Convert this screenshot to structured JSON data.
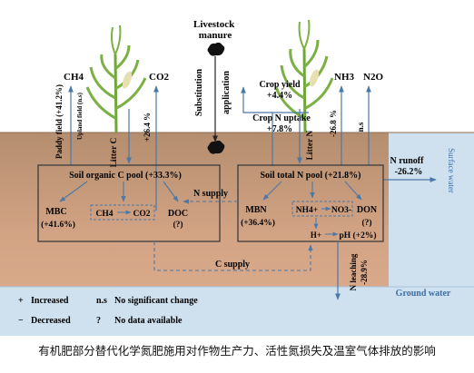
{
  "top": {
    "livestock": [
      "Livestock",
      "manure"
    ],
    "substitution": "Substitution",
    "application": "application",
    "ch4": "CH4",
    "co2": "CO2",
    "paddy_field": "Paddy field (+41.2%)",
    "upland_field": "Upland field (n.s)",
    "co2_change": "+26.4 %",
    "litter_c": "Litter C",
    "litter_n": "Litter N",
    "crop_yield_label": "Crop yield",
    "crop_yield_value": "+4.4%",
    "crop_n_label": "Crop N uptake",
    "crop_n_value": "+7.8%",
    "nh3": "NH3",
    "nh3_change": "-26.8 %",
    "n2o": "N2O",
    "n2o_change": "n.s"
  },
  "soil": {
    "surface_water": "Surface water",
    "n_runoff_label": "N runoff",
    "n_runoff_value": "-26.2%",
    "n_leaching": "N leaching",
    "n_leaching_value": "-28.9%",
    "ground_water": "Ground water",
    "carbon_pool": {
      "title": "Soil organic C pool (+33.3%)",
      "mbc": "MBC",
      "mbc_value": "(+41.6%)",
      "ch4": "CH4",
      "co2": "CO2",
      "doc": "DOC",
      "doc_value": "(?)"
    },
    "nitrogen_pool": {
      "title": "Soil total N pool (+21.8%)",
      "mbn": "MBN",
      "mbn_value": "(+36.4%)",
      "nh4": "NH4+",
      "no3": "NO3-",
      "don": "DON",
      "don_value": "(?)",
      "h_plus": "H+",
      "ph": "pH (+2%)"
    },
    "n_supply": "N supply",
    "c_supply": "C supply"
  },
  "legend": {
    "increased_sym": "+",
    "increased": "Increased",
    "decreased_sym": "−",
    "decreased": "Decreased",
    "ns_sym": "n.s",
    "ns": "No significant change",
    "q_sym": "?",
    "q": "No data available"
  },
  "caption": "有机肥部分替代化学氮肥施用对作物生产力、活性氮损失及温室气体排放的影响",
  "colors": {
    "soil_top": "#b89272",
    "soil_bottom": "#d9a98a",
    "water": "#cfe0ee",
    "arrow_blue": "#4a78a8",
    "accent_blue": "#3b6fa6",
    "plant_green": "#6fa63a"
  }
}
